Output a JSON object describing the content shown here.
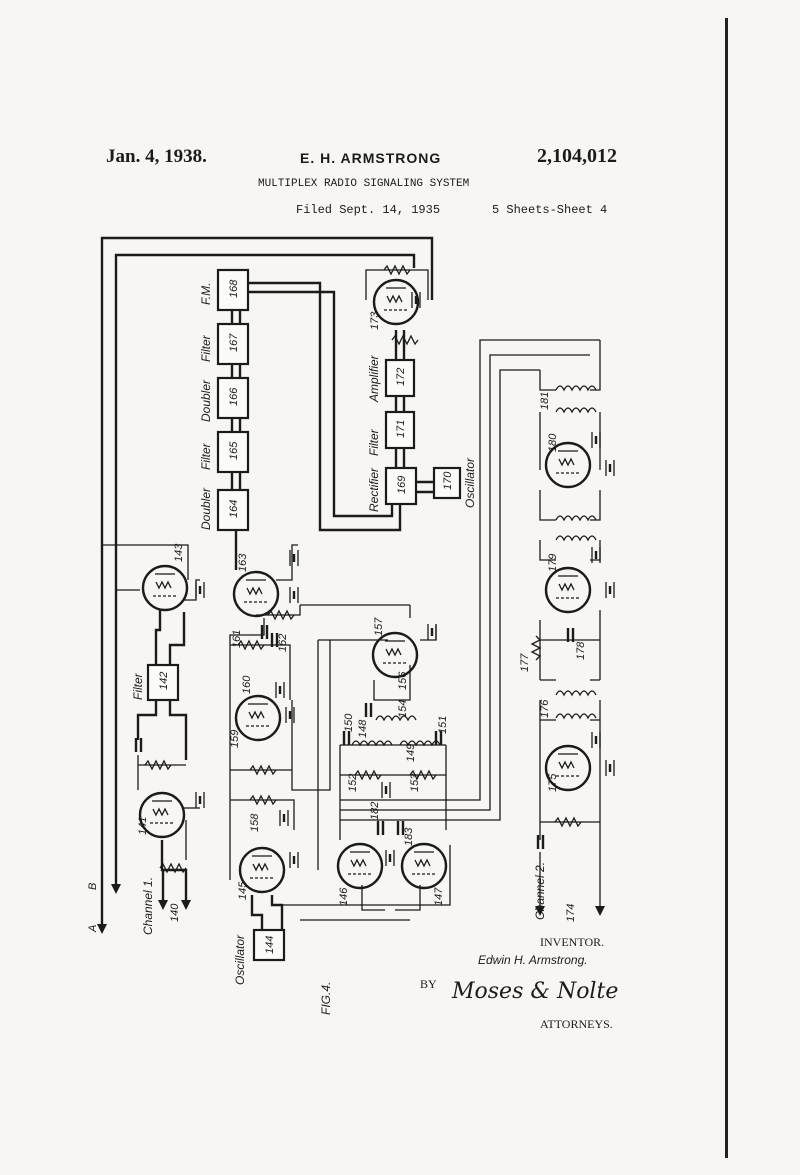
{
  "header": {
    "date": "Jan. 4, 1938.",
    "inventor": "E. H. ARMSTRONG",
    "patent_number": "2,104,012",
    "title": "MULTIPLEX RADIO SIGNALING SYSTEM",
    "filed": "Filed Sept. 14, 1935",
    "sheets": "5 Sheets-Sheet 4"
  },
  "blocks": {
    "fm": {
      "name": "F.M.",
      "num": "168"
    },
    "filter167": {
      "name": "Filter",
      "num": "167"
    },
    "doubler166": {
      "name": "Doubler",
      "num": "166"
    },
    "filter165": {
      "name": "Filter",
      "num": "165"
    },
    "doubler164": {
      "name": "Doubler",
      "num": "164"
    },
    "amplifier": {
      "name": "Amplifier",
      "num": "172"
    },
    "filter171": {
      "name": "Filter",
      "num": "171"
    },
    "rectifier": {
      "name": "Rectifier",
      "num": "169"
    },
    "oscillator170": {
      "name": "Oscillator",
      "num": "170"
    },
    "filter142": {
      "name": "Filter",
      "num": "142"
    },
    "oscillator144": {
      "name": "Oscillator",
      "num": "144"
    }
  },
  "tubes": [
    "143",
    "163",
    "157",
    "160",
    "141",
    "145",
    "146",
    "147",
    "173",
    "180",
    "179",
    "175"
  ],
  "refs": {
    "r161": "161",
    "r162": "162",
    "r159": "159",
    "r158": "158",
    "r156": "156",
    "r154": "154",
    "r150": "150",
    "r148": "148",
    "r149": "149",
    "r151": "151",
    "r152": "152",
    "r153": "153",
    "r182": "182",
    "r183": "183",
    "r181": "181",
    "r177": "177",
    "r178": "178",
    "r176": "176",
    "r140": "140",
    "r174": "174"
  },
  "channels": {
    "ch1": "Channel 1.",
    "ch2": "Channel 2.",
    "lineA": "A",
    "lineB": "B"
  },
  "figure": "FIG.4.",
  "signature": {
    "inventor_label": "INVENTOR.",
    "inventor_name": "Edwin H. Armstrong.",
    "by": "BY",
    "attorneys_sig": "Moses & Nolte",
    "attorneys_label": "ATTORNEYS."
  }
}
